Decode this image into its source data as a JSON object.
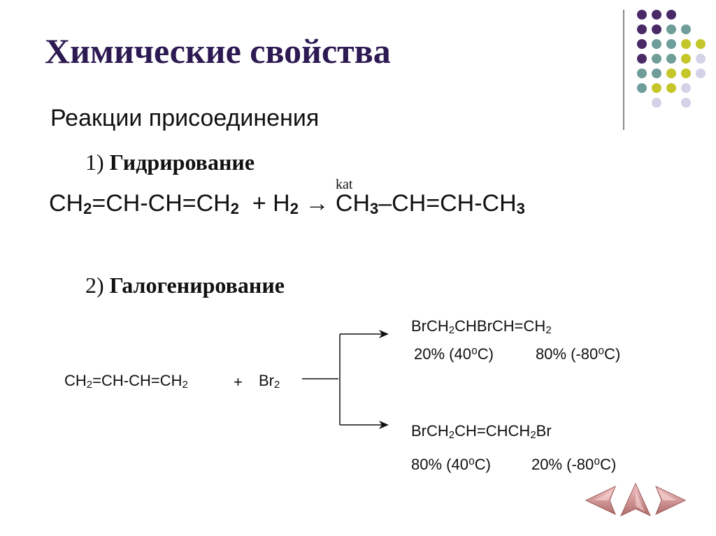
{
  "slide": {
    "title": "Химические свойства",
    "subtitle": "Реакции присоединения",
    "section1": {
      "number": "1)",
      "name": "Гидрирование"
    },
    "equation1": {
      "reactant_a": "CH",
      "reactant_a_sub": "2",
      "reactant_mid": "=CH-CH=CH",
      "reactant_b_sub": "2",
      "plus": "+ H",
      "h_sub": "2",
      "arrow": "→",
      "product_a": "CH",
      "product_a_sub": "3",
      "product_mid": "–CH=CH-CH",
      "product_b_sub": "3",
      "catalyst": "kat"
    },
    "section2": {
      "number": "2)",
      "name": "Галогенирование"
    },
    "halogenation": {
      "reactant": {
        "a": "CH",
        "a_sub": "2",
        "mid": "=CH-CH=CH",
        "b_sub": "2"
      },
      "plus": "+",
      "reagent": {
        "a": "Br",
        "a_sub": "2"
      },
      "product1": {
        "p1": "BrCH",
        "p1_sub": "2",
        "p2": "CHBrCH=CH",
        "p2_sub": "2"
      },
      "product1_yield_a": "20% (40⁰С)",
      "product1_yield_b": "80% (-80⁰С)",
      "product2": {
        "p1": "BrCH",
        "p1_sub": "2",
        "p2": "CH=CHCH",
        "p2_sub": "2",
        "p3": "Br"
      },
      "product2_yield_a": "80% (40⁰С)",
      "product2_yield_b": "20% (-80⁰С)"
    }
  },
  "navigation": {
    "prev_icon": "arrow-left-icon",
    "up_icon": "arrow-up-icon",
    "next_icon": "arrow-right-icon"
  },
  "colors": {
    "title": "#2e1a52",
    "dot_purple": "#4a2a66",
    "dot_teal": "#6e9d9a",
    "dot_yellow": "#c4c62a",
    "dot_lavender": "#d3d2e8",
    "nav_pink": "#e7a6a6"
  }
}
